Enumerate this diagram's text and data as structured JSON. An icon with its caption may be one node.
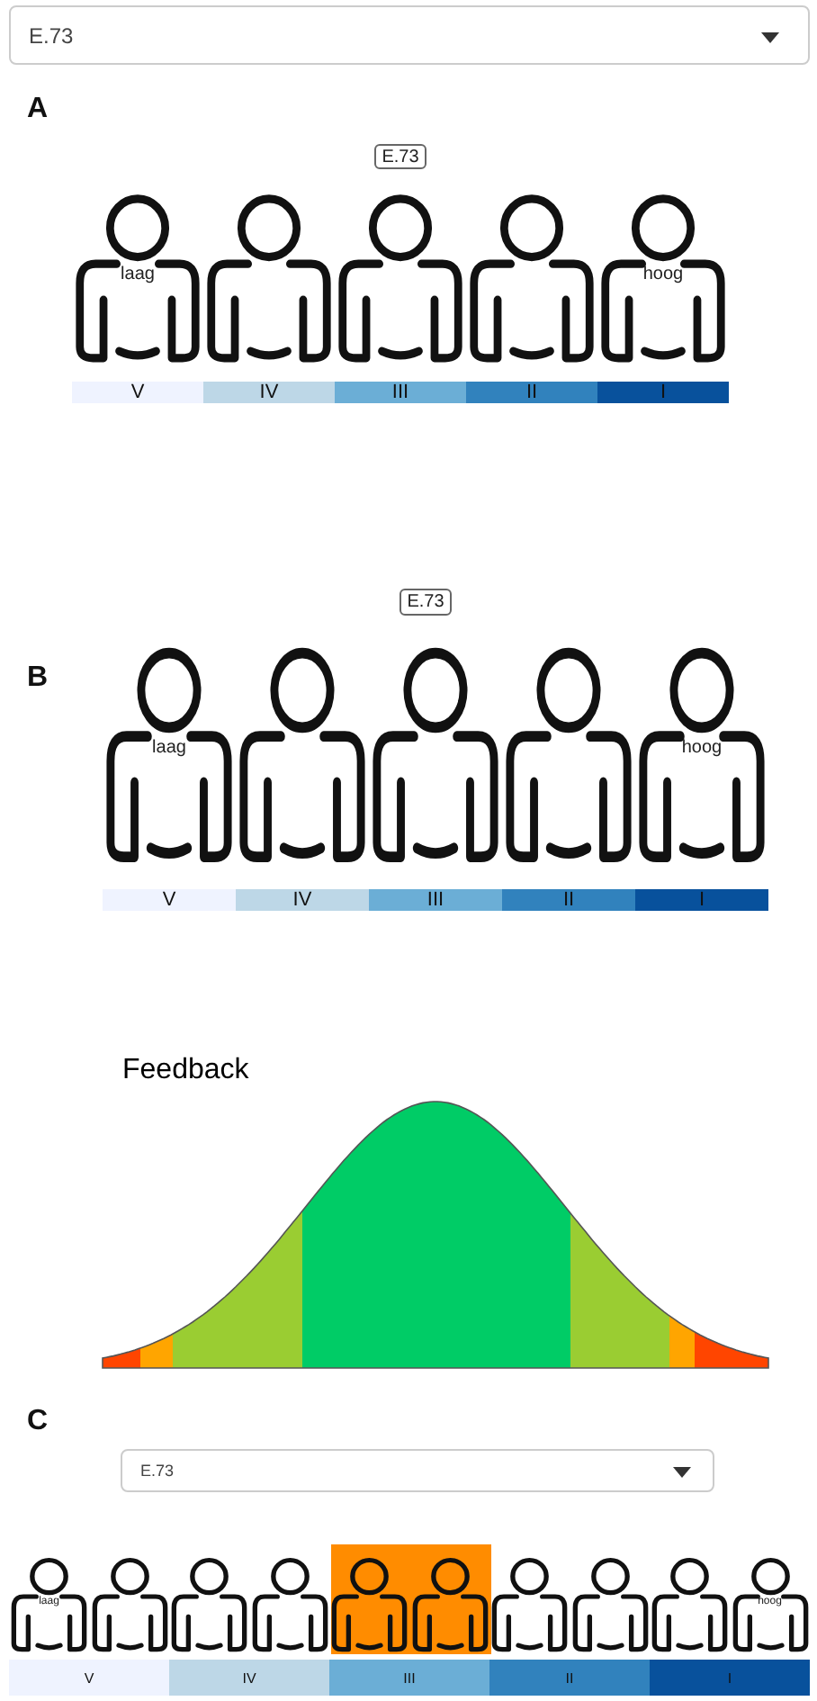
{
  "diagram": {
    "nodes": [
      {
        "text": [
          "E.73"
        ]
      },
      {
        "text": [
          "E.73"
        ]
      },
      {
        "text": [
          "laag"
        ]
      },
      {
        "text": [],
        "shape": "person"
      },
      {
        "text": [],
        "shape": "person"
      },
      {
        "text": [],
        "shape": "person"
      },
      {
        "text": [
          "hoog"
        ]
      },
      {
        "text": [
          "V"
        ]
      },
      {
        "text": [
          "IV"
        ]
      },
      {
        "text": [
          "III"
        ]
      },
      {
        "text": [
          "II"
        ]
      },
      {
        "text": [
          "I"
        ]
      },
      {
        "text": [
          "E.73"
        ]
      },
      {
        "text": [
          "laag"
        ]
      },
      {
        "text": [],
        "shape": "person"
      },
      {
        "text": [],
        "shape": "person"
      },
      {
        "text": [],
        "shape": "person"
      },
      {
        "text": [
          "hoog"
        ]
      },
      {
        "text": [
          "V"
        ]
      },
      {
        "text": [
          "IV"
        ]
      },
      {
        "text": [
          "III"
        ]
      },
      {
        "text": [
          "II"
        ]
      },
      {
        "text": [
          "I"
        ]
      },
      {
        "text": [
          "E.73"
        ]
      },
      {
        "text": [
          "laag"
        ]
      },
      {
        "text": [],
        "shape": "person"
      },
      {
        "text": [],
        "shape": "person"
      },
      {
        "text": [],
        "shape": "person"
      },
      {
        "text": [],
        "shape": "person"
      },
      {
        "text": [],
        "shape": "person"
      },
      {
        "text": [],
        "shape": "person"
      },
      {
        "text": [],
        "shape": "person"
      },
      {
        "text": [],
        "shape": "person"
      },
      {
        "text": [
          "hoog"
        ]
      },
      {
        "text": [
          "V"
        ]
      },
      {
        "text": [
          "IV"
        ]
      },
      {
        "text": [
          "III"
        ]
      },
      {
        "text": [
          "II"
        ]
      },
      {
        "text": [
          "I"
        ]
      }
    ],
    "labels": [
      "A",
      "B",
      "Feedback",
      "C"
    ]
  }
}
